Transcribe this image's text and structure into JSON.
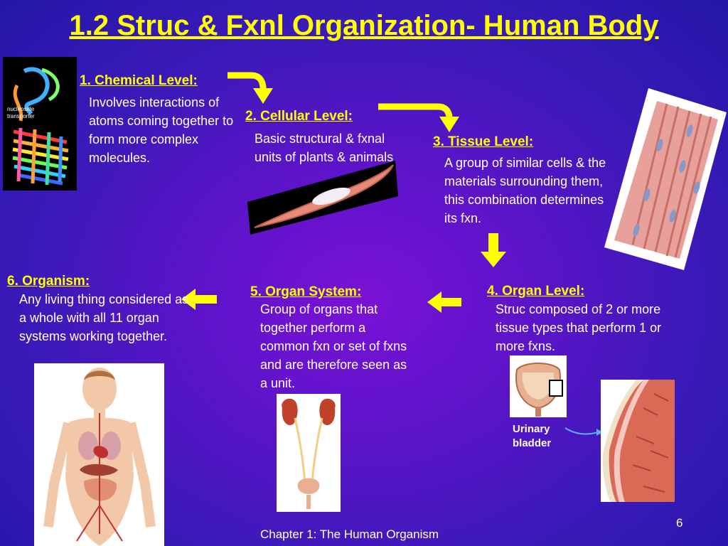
{
  "slide": {
    "title": "1.2 Struc & Fxnl Organization- Human Body",
    "page_number": "6",
    "footer": "Chapter 1: The Human Organism"
  },
  "levels": {
    "chemical": {
      "heading": "1. Chemical Level:",
      "body": "Involves interactions of atoms coming together to form more complex molecules.",
      "image_label_line1": "nucleoside",
      "image_label_line2": "transporter"
    },
    "cellular": {
      "heading": "2. Cellular Level:",
      "body": "Basic structural & fxnal units of plants & animals"
    },
    "tissue": {
      "heading": "3. Tissue Level:",
      "body": "A group of similar cells & the materials surrounding them, this combination determines its fxn."
    },
    "organ": {
      "heading": "4. Organ Level:",
      "body": "Struc composed of 2 or more tissue types that perform 1 or more fxns.",
      "bladder_label": "Urinary bladder"
    },
    "organ_system": {
      "heading": "5. Organ System:",
      "body": "Group of organs that together perform a common fxn or set of fxns and are therefore seen as a unit."
    },
    "organism": {
      "heading": "6. Organism:",
      "body": "Any living thing considered as a whole with all 11 organ systems working together."
    }
  },
  "colors": {
    "heading": "#ffff00",
    "arrow": "#ffff00",
    "body_text": "#ffffff"
  }
}
